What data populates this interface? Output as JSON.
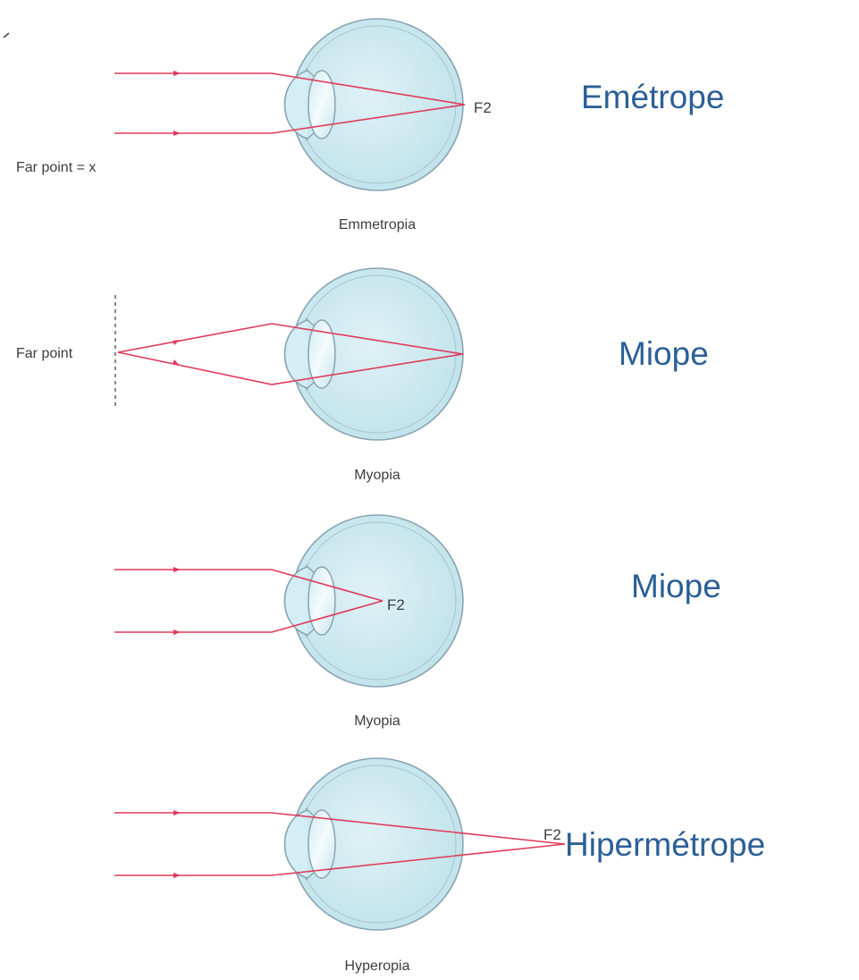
{
  "diagrams": [
    {
      "caption": "Emmetropia",
      "label": "Emétrope",
      "focus_label": "F2",
      "far_point_label": "Far point = x"
    },
    {
      "caption": "Myopia",
      "label": "Miope",
      "far_point_label": "Far point"
    },
    {
      "caption": "Myopia",
      "label": "Miope",
      "focus_label": "F2"
    },
    {
      "caption": "Hyperopia",
      "label": "Hipermétrope",
      "focus_label": "F2"
    }
  ],
  "colors": {
    "ray": "#e03a5a",
    "eye_fill": "#c9e8ef",
    "eye_stroke": "#8aa4b2",
    "label_blue": "#2b5f96"
  }
}
